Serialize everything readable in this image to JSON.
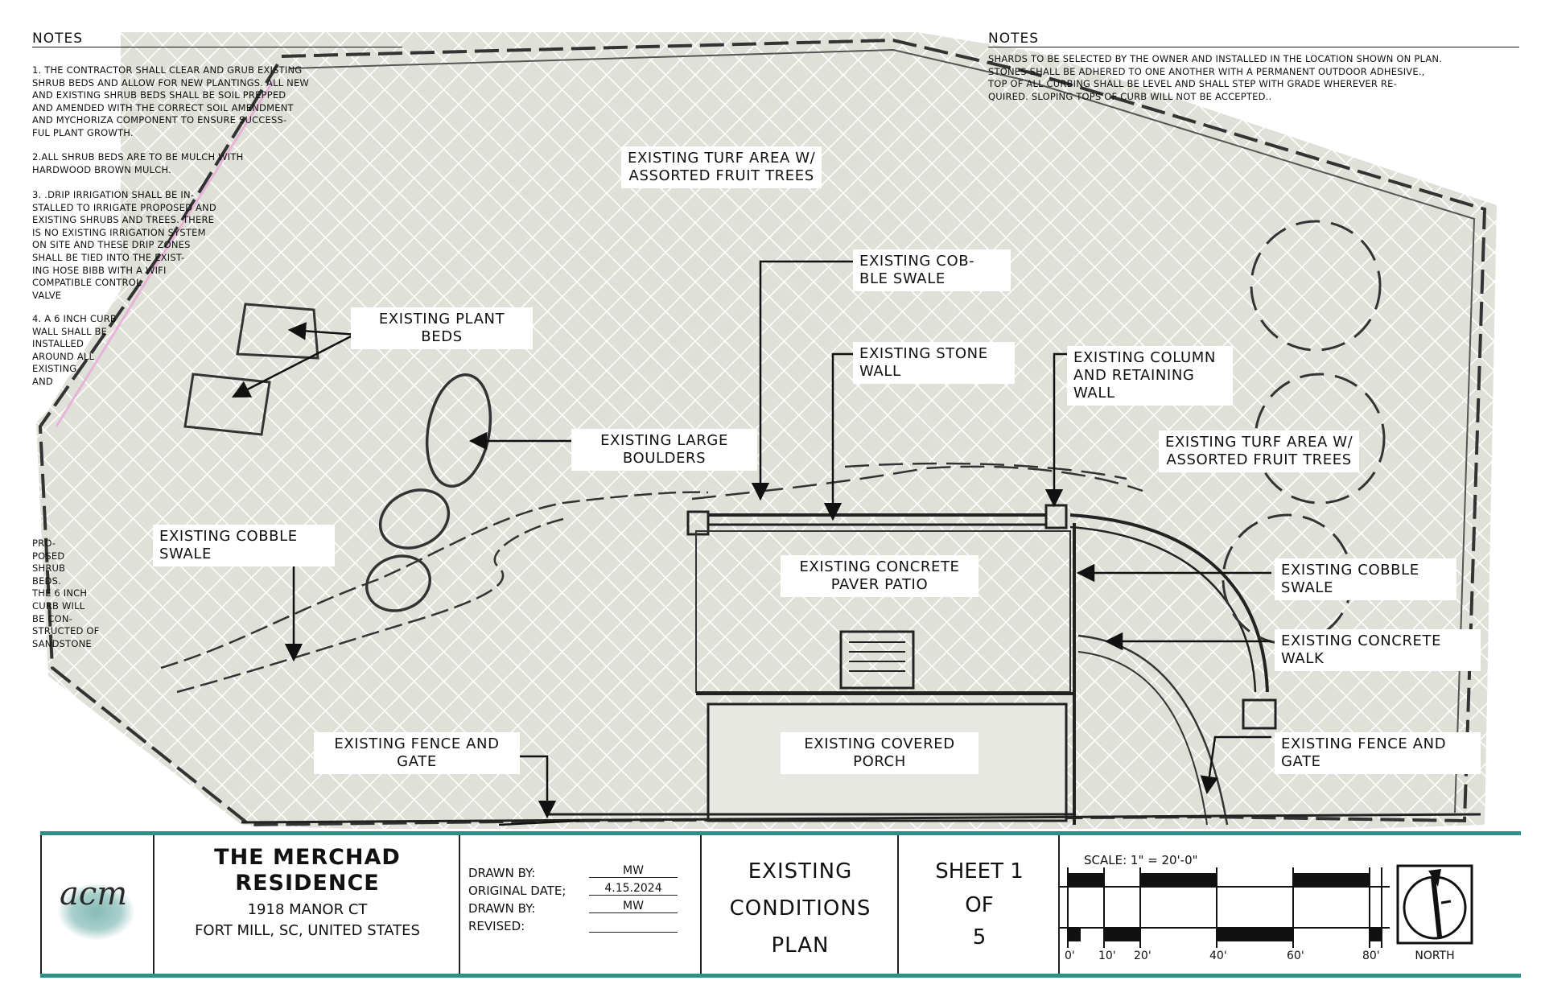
{
  "notes_left": {
    "title": "NOTES",
    "items": [
      "1. THE CONTRACTOR SHALL CLEAR AND GRUB EXISTING\nSHRUB BEDS AND ALLOW FOR NEW PLANTINGS. ALL NEW\nAND EXISTING SHRUB BEDS SHALL BE SOIL PREPPED\nAND AMENDED WITH THE CORRECT SOIL AMENDMENT\nAND MYCHORIZA COMPONENT TO ENSURE SUCCESS-\nFUL PLANT GROWTH.",
      "2.ALL SHRUB BEDS ARE TO BE MULCH WITH\nHARDWOOD BROWN MULCH.",
      "3. .DRIP IRRIGATION SHALL BE IN-\nSTALLED TO IRRIGATE PROPOSED AND\nEXISTING SHRUBS AND TREES. THERE\nIS NO EXISTING IRRIGATION SYSTEM\nON SITE AND THESE DRIP ZONES\nSHALL BE TIED INTO THE EXIST-\nING HOSE BIBB WITH A WIFI\nCOMPATIBLE CONTROL\nVALVE",
      "4.  A 6 INCH CURB\nWALL SHALL BE\nINSTALLED\nAROUND ALL\nEXISTING\nAND"
    ],
    "side_note": "PRO-\nPOSED\nSHRUB\nBEDS.\nTHE 6 INCH\nCURB WILL\nBE CON-\nSTRUCTED OF\nSANDSTONE"
  },
  "notes_right": {
    "title": "NOTES",
    "text": "SHARDS TO BE SELECTED BY THE OWNER AND INSTALLED IN THE LOCATION SHOWN ON PLAN.\nSTONES SHALL BE ADHERED TO ONE ANOTHER WITH A PERMANENT OUTDOOR ADHESIVE.,\n      TOP OF ALL CURBING SHALL BE LEVEL AND SHALL STEP WITH GRADE WHEREVER RE-\n              QUIRED. SLOPING TOPS OF CURB WILL NOT BE ACCEPTED.."
  },
  "labels": {
    "turf_top": "EXISTING TURF AREA W/\nASSORTED FRUIT TREES",
    "cobble_swale_top": "EXISTING COB-\nBLE SWALE",
    "plant_beds": "EXISTING PLANT\nBEDS",
    "stone_wall": "EXISTING STONE\nWALL",
    "column_wall": "EXISTING COLUMN\nAND RETAINING\nWALL",
    "boulders": "EXISTING LARGE\nBOULDERS",
    "turf_right": "EXISTING TURF AREA W/\nASSORTED FRUIT TREES",
    "cobble_swale_left": "EXISTING COBBLE\nSWALE",
    "patio": "EXISTING CONCRETE\nPAVER PATIO",
    "cobble_swale_right": "EXISTING COBBLE\nSWALE",
    "concrete_walk": "EXISTING CONCRETE\nWALK",
    "fence_left": "EXISTING FENCE AND\nGATE",
    "porch": "EXISTING COVERED\nPORCH",
    "fence_right": "EXISTING FENCE AND\nGATE"
  },
  "title_block": {
    "logo_text": "acm",
    "project_name_1": "THE MERCHAD",
    "project_name_2": "RESIDENCE",
    "address_1": "1918 MANOR CT",
    "address_2": "FORT MILL, SC, UNITED STATES",
    "drawn_by_label": "DRAWN BY:",
    "drawn_by_value": "MW",
    "original_date_label": "ORIGINAL DATE;",
    "original_date_value": "4.15.2024",
    "drawn_by_label_2": "DRAWN BY:",
    "drawn_by_value_2": "MW",
    "revised_label": "REVISED:",
    "plan_title_1": "EXISTING",
    "plan_title_2": "CONDITIONS",
    "plan_title_3": "PLAN",
    "sheet_1": "SHEET 1",
    "sheet_2": "OF",
    "sheet_3": "5",
    "scale_label": "SCALE: 1\" = 20'-0\"",
    "scale_ticks": [
      "0'",
      "10'",
      "20'",
      "40'",
      "60'",
      "80'"
    ],
    "north_label": "NORTH"
  },
  "colors": {
    "teal_band": "#2f8f87",
    "site_fill": "#d9dcd3",
    "property_line": "#e7b3d8"
  }
}
